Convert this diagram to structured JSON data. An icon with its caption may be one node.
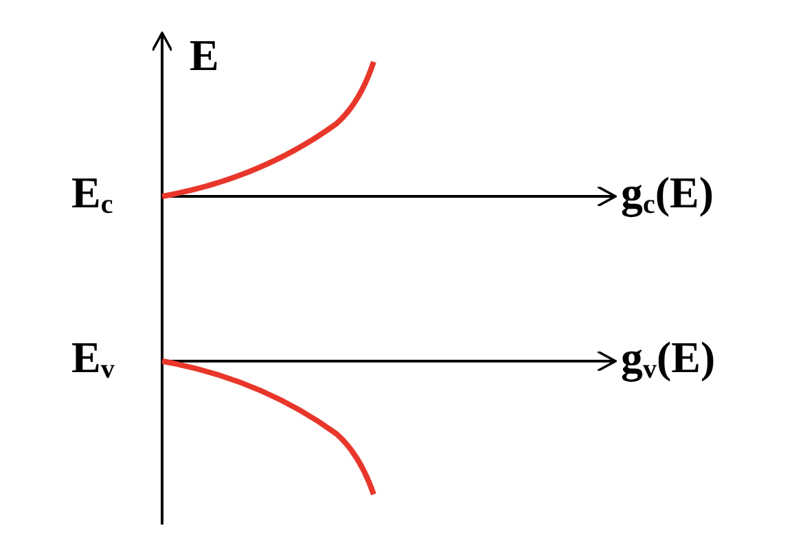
{
  "diagram": {
    "labels": [
      "E",
      "E$_{c}$",
      "g$_{c}$(E)",
      "E$_{v}$",
      "g$_{v}$(E)"
    ]
  }
}
